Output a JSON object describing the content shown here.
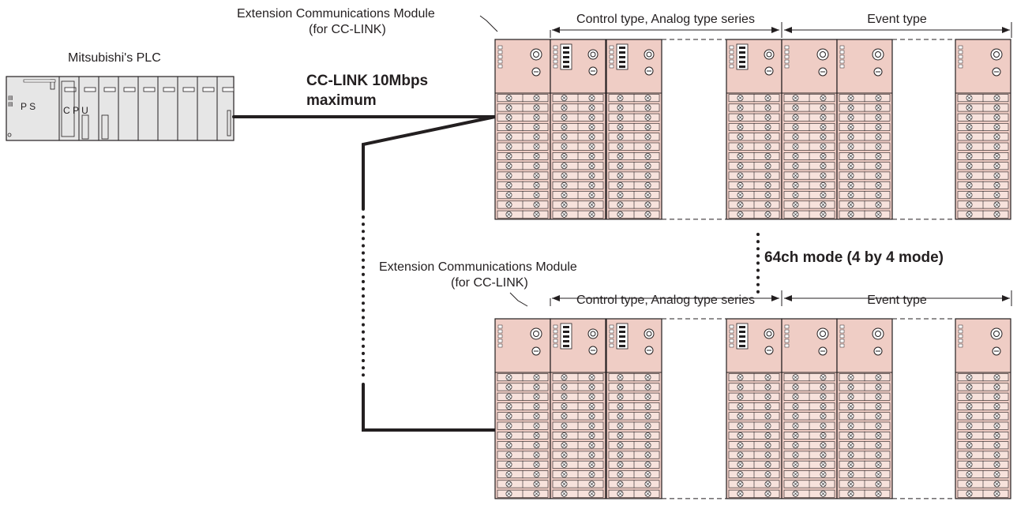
{
  "labels": {
    "plc": "Mitsubishi's PLC",
    "plc_ps": "P S",
    "plc_cpu": "C P U",
    "ext_module_1": "Extension Communications Module",
    "ext_module_1_sub": "(for CC-LINK)",
    "ext_module_2": "Extension Communications Module",
    "ext_module_2_sub": "(for CC-LINK)",
    "cc_link_line1": "CC-LINK 10Mbps",
    "cc_link_line2": "maximum",
    "mode": "64ch mode (4 by 4 mode)",
    "control_top": "Control type, Analog type series",
    "event_top": "Event type",
    "control_bottom": "Control type, Analog type series",
    "event_bottom": "Event type"
  },
  "colors": {
    "module_fill": "#efcdc5",
    "terminal_fill": "#f7e2dc",
    "plc_fill": "#e6e6e6",
    "line": "#231f20"
  }
}
